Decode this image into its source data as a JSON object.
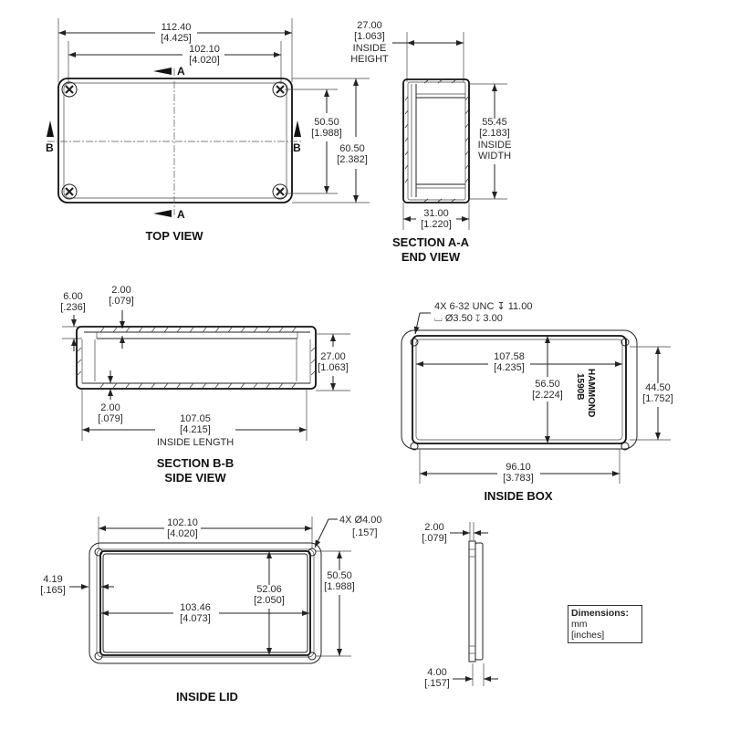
{
  "drawing": {
    "manufacturer_label": "HAMMOND",
    "model_label": "1590B",
    "legend": {
      "title": "Dimensions:",
      "unit_primary": "mm",
      "unit_secondary": "[inches]"
    }
  },
  "top_view": {
    "title": "TOP VIEW",
    "section_a_label": "A",
    "section_b_label": "B",
    "overall_length": {
      "mm": "112.40",
      "in": "[4.425]"
    },
    "screw_spacing_length": {
      "mm": "102.10",
      "in": "[4.020]"
    },
    "screw_spacing_width": {
      "mm": "50.50",
      "in": "[1.988]"
    },
    "overall_width": {
      "mm": "60.50",
      "in": "[2.382]"
    }
  },
  "section_a": {
    "title_line1": "SECTION A-A",
    "title_line2": "END VIEW",
    "inside_height": {
      "mm": "27.00",
      "in": "[1.063]",
      "label1": "INSIDE",
      "label2": "HEIGHT"
    },
    "inside_width": {
      "mm": "55.45",
      "in": "[2.183]",
      "label1": "INSIDE",
      "label2": "WIDTH"
    },
    "overall_height": {
      "mm": "31.00",
      "in": "[1.220]"
    }
  },
  "section_b": {
    "title_line1": "SECTION B-B",
    "title_line2": "SIDE VIEW",
    "lip_depth": {
      "mm": "6.00",
      "in": "[.236]"
    },
    "top_wall": {
      "mm": "2.00",
      "in": "[.079]"
    },
    "bottom_wall": {
      "mm": "2.00",
      "in": "[.079]"
    },
    "height": {
      "mm": "27.00",
      "in": "[1.063]"
    },
    "inside_length": {
      "mm": "107.05",
      "in": "[4.215]",
      "label": "INSIDE LENGTH"
    }
  },
  "inside_box": {
    "title": "INSIDE BOX",
    "hole_note_line1": "4X 6-32 UNC ↧ 11.00",
    "hole_note_line2": "⌴ Ø3.50 ↧ 3.00",
    "inner_length": {
      "mm": "107.58",
      "in": "[4.235]"
    },
    "inner_width": {
      "mm": "56.50",
      "in": "[2.224]"
    },
    "hole_spacing_width": {
      "mm": "44.50",
      "in": "[1.752]"
    },
    "hole_spacing_length": {
      "mm": "96.10",
      "in": "[3.783]"
    }
  },
  "inside_lid": {
    "title": "INSIDE LID",
    "hole_spacing_length": {
      "mm": "102.10",
      "in": "[4.020]"
    },
    "hole_note": {
      "mm": "4X Ø4.00",
      "in": "[.157]"
    },
    "lip_offset": {
      "mm": "4.19",
      "in": "[.165]"
    },
    "lip_length": {
      "mm": "103.46",
      "in": "[4.073]"
    },
    "lip_width": {
      "mm": "52.06",
      "in": "[2.050]"
    },
    "hole_spacing_width": {
      "mm": "50.50",
      "in": "[1.988]"
    }
  },
  "lid_side": {
    "top_thickness": {
      "mm": "2.00",
      "in": "[.079]"
    },
    "bottom_thickness": {
      "mm": "4.00",
      "in": "[.157]"
    }
  }
}
